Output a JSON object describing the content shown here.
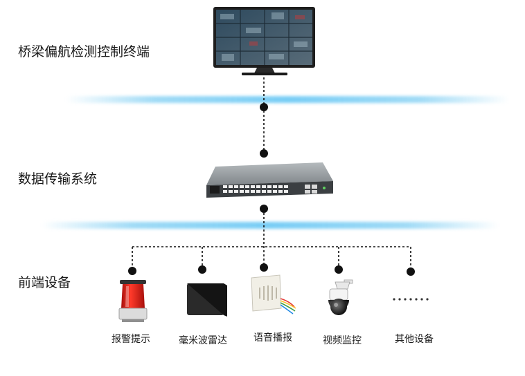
{
  "layers": {
    "terminal": "桥梁偏航检测控制终端",
    "transmission": "数据传输系统",
    "frontend": "前端设备"
  },
  "devices": [
    {
      "label": "报警提示"
    },
    {
      "label": "毫米波雷达"
    },
    {
      "label": "语音播报"
    },
    {
      "label": "视频监控"
    },
    {
      "label": "其他设备"
    }
  ],
  "colors": {
    "separator": "#8fd3f4",
    "connector": "#111111",
    "alarm": "#e0201a"
  }
}
